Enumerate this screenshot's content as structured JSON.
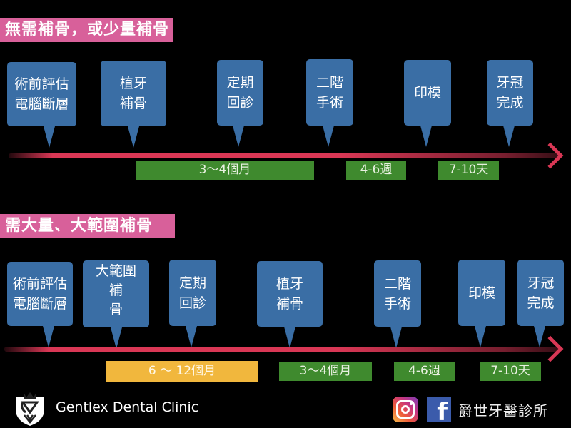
{
  "sections": [
    {
      "title": "無需補骨，或少量補骨",
      "steps": [
        {
          "lines": [
            "術前評估",
            "電腦斷層"
          ]
        },
        {
          "lines": [
            "植牙",
            "補骨"
          ]
        },
        {
          "lines": [
            "定期",
            "回診"
          ]
        },
        {
          "lines": [
            "二階",
            "手術"
          ]
        },
        {
          "lines": [
            "印模"
          ]
        },
        {
          "lines": [
            "牙冠",
            "完成"
          ]
        }
      ],
      "durations": [
        {
          "label": "3～4個月",
          "color": "green"
        },
        {
          "label": "4-6週",
          "color": "green"
        },
        {
          "label": "7-10天",
          "color": "green"
        }
      ]
    },
    {
      "title": "需大量、大範圍補骨",
      "steps": [
        {
          "lines": [
            "術前評估",
            "電腦斷層"
          ]
        },
        {
          "lines": [
            "大範圍",
            "補",
            "骨"
          ]
        },
        {
          "lines": [
            "定期",
            "回診"
          ]
        },
        {
          "lines": [
            "植牙",
            "補骨"
          ]
        },
        {
          "lines": [
            "二階",
            "手術"
          ]
        },
        {
          "lines": [
            "印模"
          ]
        },
        {
          "lines": [
            "牙冠",
            "完成"
          ]
        }
      ],
      "durations": [
        {
          "label": "6 ～ 12個月",
          "color": "yellow"
        },
        {
          "label": "3～4個月",
          "color": "green"
        },
        {
          "label": "4-6週",
          "color": "green"
        },
        {
          "label": "7-10天",
          "color": "green"
        }
      ]
    }
  ],
  "footer": {
    "brand": "Gentlex Dental Clinic",
    "clinic_name": "爵世牙醫診所",
    "icons": [
      "shield-crown-logo",
      "instagram-icon",
      "facebook-icon"
    ]
  },
  "colors": {
    "section_title_bg": "#d8609a",
    "bubble_bg": "#3a6ea5",
    "timeline_arrow": "#d93755",
    "duration_green": "#3f8a2e",
    "duration_yellow": "#f1b73d"
  }
}
